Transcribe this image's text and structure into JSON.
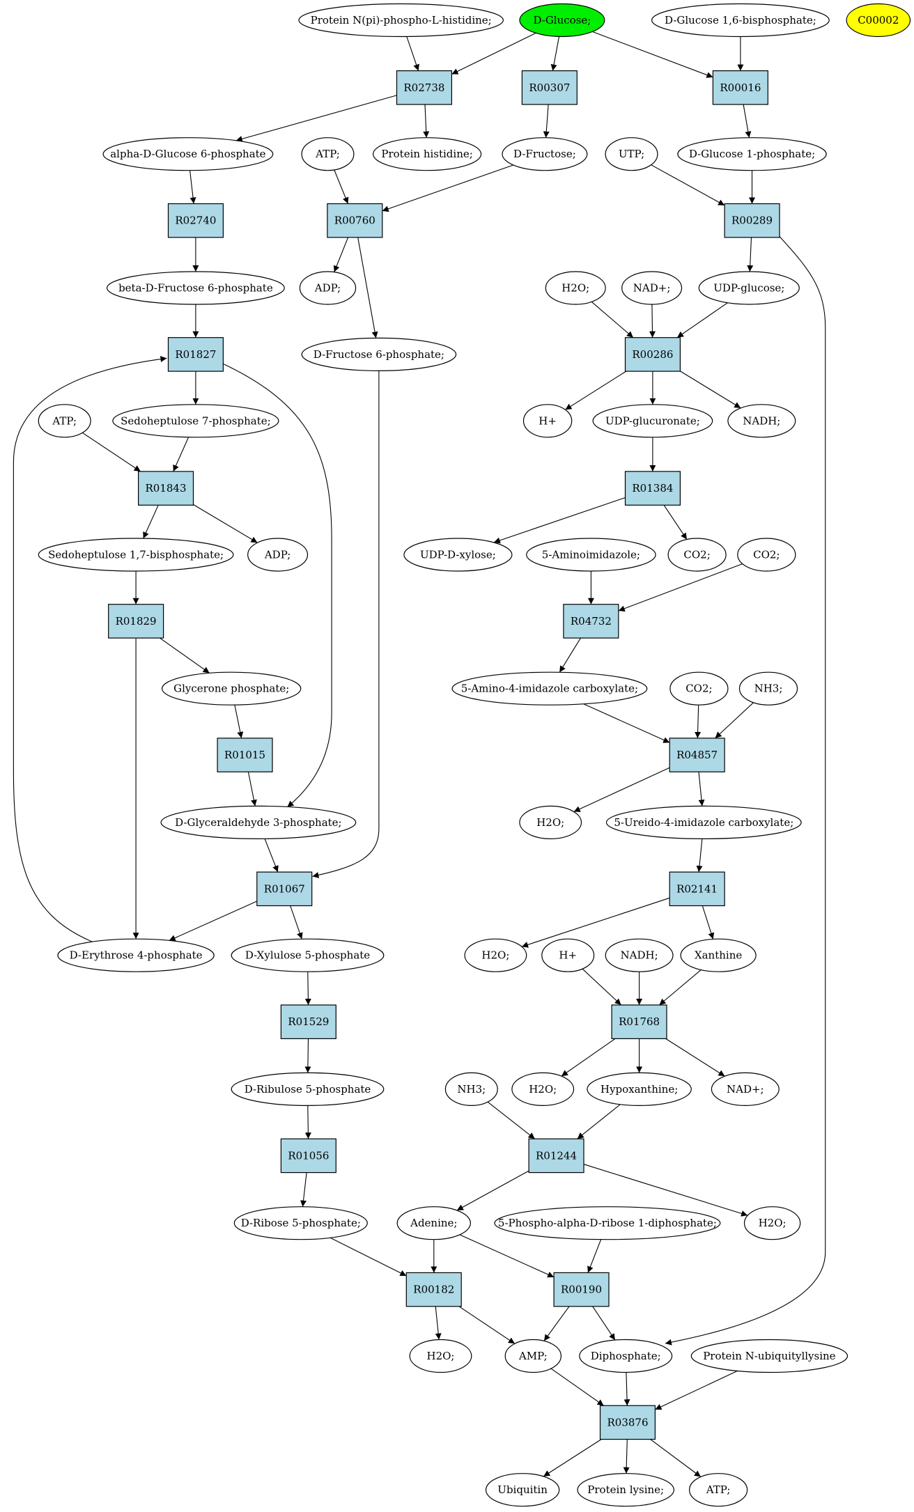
{
  "colors": {
    "start": "#00ee00",
    "target": "#ffff00",
    "reaction": "#add8e6",
    "compound": "#ffffff"
  },
  "compounds": {
    "c1": "Protein N(pi)-phospho-L-histidine;",
    "c2": "D-Glucose;",
    "c3": "D-Glucose 1,6-bisphosphate;",
    "c4": "C00002",
    "c5": "alpha-D-Glucose 6-phosphate",
    "c6": "ATP;",
    "c7": "Protein histidine;",
    "c8": "D-Fructose;",
    "c9": "UTP;",
    "c10": "D-Glucose 1-phosphate;",
    "c11": "beta-D-Fructose 6-phosphate",
    "c12": "ADP;",
    "c13": "H2O;",
    "c14": "NAD+;",
    "c15": "UDP-glucose;",
    "c16": "D-Fructose 6-phosphate;",
    "c17": "ATP;",
    "c18": "Sedoheptulose 7-phosphate;",
    "c19": "H+",
    "c20": "UDP-glucuronate;",
    "c21": "NADH;",
    "c22": "Sedoheptulose 1,7-bisphosphate;",
    "c23": "ADP;",
    "c24": "UDP-D-xylose;",
    "c25": "5-Aminoimidazole;",
    "c26": "CO2;",
    "c27": "CO2;",
    "c28": "Glycerone phosphate;",
    "c29": "5-Amino-4-imidazole carboxylate;",
    "c30": "CO2;",
    "c31": "NH3;",
    "c32": "D-Glyceraldehyde 3-phosphate;",
    "c33": "H2O;",
    "c34": "5-Ureido-4-imidazole carboxylate;",
    "c35": "D-Erythrose 4-phosphate",
    "c36": "D-Xylulose 5-phosphate",
    "c37": "H2O;",
    "c38": "H+",
    "c39": "NADH;",
    "c40": "Xanthine",
    "c41": "D-Ribulose 5-phosphate",
    "c42": "NH3;",
    "c43": "H2O;",
    "c44": "Hypoxanthine;",
    "c45": "NAD+;",
    "c46": "D-Ribose 5-phosphate;",
    "c47": "Adenine;",
    "c48": "5-Phospho-alpha-D-ribose 1-diphosphate;",
    "c49": "H2O;",
    "c50": "H2O;",
    "c51": "AMP;",
    "c52": "Diphosphate;",
    "c53": "Protein N-ubiquityllysine",
    "c54": "Ubiquitin",
    "c55": "Protein lysine;",
    "c56": "ATP;"
  },
  "reactions": {
    "R02738": "R02738",
    "R00307": "R00307",
    "R00016": "R00016",
    "R02740": "R02740",
    "R00760": "R00760",
    "R00289": "R00289",
    "R00286": "R00286",
    "R01827": "R01827",
    "R01843": "R01843",
    "R01384": "R01384",
    "R01829": "R01829",
    "R04732": "R04732",
    "R01015": "R01015",
    "R04857": "R04857",
    "R01067": "R01067",
    "R02141": "R02141",
    "R01768": "R01768",
    "R01529": "R01529",
    "R01056": "R01056",
    "R01244": "R01244",
    "R00182": "R00182",
    "R00190": "R00190",
    "R03876": "R03876"
  },
  "edges": [
    [
      "c1",
      "R02738"
    ],
    [
      "c2",
      "R02738"
    ],
    [
      "c2",
      "R00307"
    ],
    [
      "c2",
      "R00016"
    ],
    [
      "c3",
      "R00016"
    ],
    [
      "R02738",
      "c5"
    ],
    [
      "R02738",
      "c7"
    ],
    [
      "R00307",
      "c8"
    ],
    [
      "R00016",
      "c10"
    ],
    [
      "c5",
      "R02740"
    ],
    [
      "c6",
      "R00760"
    ],
    [
      "c8",
      "R00760"
    ],
    [
      "c9",
      "R00289"
    ],
    [
      "c10",
      "R00289"
    ],
    [
      "R02740",
      "c11"
    ],
    [
      "R00760",
      "c12"
    ],
    [
      "R00760",
      "c16"
    ],
    [
      "R00289",
      "c15"
    ],
    [
      "R00289",
      "c52"
    ],
    [
      "c13",
      "R00286"
    ],
    [
      "c14",
      "R00286"
    ],
    [
      "c15",
      "R00286"
    ],
    [
      "c11",
      "R01827"
    ],
    [
      "c35",
      "R01827"
    ],
    [
      "R01827",
      "c18"
    ],
    [
      "R01827",
      "c32"
    ],
    [
      "R00286",
      "c19"
    ],
    [
      "R00286",
      "c20"
    ],
    [
      "R00286",
      "c21"
    ],
    [
      "c17",
      "R01843"
    ],
    [
      "c18",
      "R01843"
    ],
    [
      "c20",
      "R01384"
    ],
    [
      "R01843",
      "c22"
    ],
    [
      "R01843",
      "c23"
    ],
    [
      "R01384",
      "c24"
    ],
    [
      "R01384",
      "c26"
    ],
    [
      "c22",
      "R01829"
    ],
    [
      "c25",
      "R04732"
    ],
    [
      "c27",
      "R04732"
    ],
    [
      "R01829",
      "c28"
    ],
    [
      "R01829",
      "c35"
    ],
    [
      "R04732",
      "c29"
    ],
    [
      "c28",
      "R01015"
    ],
    [
      "c29",
      "R04857"
    ],
    [
      "c30",
      "R04857"
    ],
    [
      "c31",
      "R04857"
    ],
    [
      "R01015",
      "c32"
    ],
    [
      "R04857",
      "c33"
    ],
    [
      "R04857",
      "c34"
    ],
    [
      "c32",
      "R01067"
    ],
    [
      "c16",
      "R01067"
    ],
    [
      "c34",
      "R02141"
    ],
    [
      "R01067",
      "c35"
    ],
    [
      "R01067",
      "c36"
    ],
    [
      "R02141",
      "c37"
    ],
    [
      "R02141",
      "c40"
    ],
    [
      "c36",
      "R01529"
    ],
    [
      "c38",
      "R01768"
    ],
    [
      "c39",
      "R01768"
    ],
    [
      "c40",
      "R01768"
    ],
    [
      "R01529",
      "c41"
    ],
    [
      "R01768",
      "c43"
    ],
    [
      "R01768",
      "c44"
    ],
    [
      "R01768",
      "c45"
    ],
    [
      "c41",
      "R01056"
    ],
    [
      "c42",
      "R01244"
    ],
    [
      "c44",
      "R01244"
    ],
    [
      "R01056",
      "c46"
    ],
    [
      "R01244",
      "c47"
    ],
    [
      "R01244",
      "c49"
    ],
    [
      "c46",
      "R00182"
    ],
    [
      "c47",
      "R00182"
    ],
    [
      "c47",
      "R00190"
    ],
    [
      "c48",
      "R00190"
    ],
    [
      "R00182",
      "c50"
    ],
    [
      "R00182",
      "c51"
    ],
    [
      "R00190",
      "c51"
    ],
    [
      "R00190",
      "c52"
    ],
    [
      "c51",
      "R03876"
    ],
    [
      "c52",
      "R03876"
    ],
    [
      "c53",
      "R03876"
    ],
    [
      "R03876",
      "c54"
    ],
    [
      "R03876",
      "c55"
    ],
    [
      "R03876",
      "c56"
    ]
  ]
}
